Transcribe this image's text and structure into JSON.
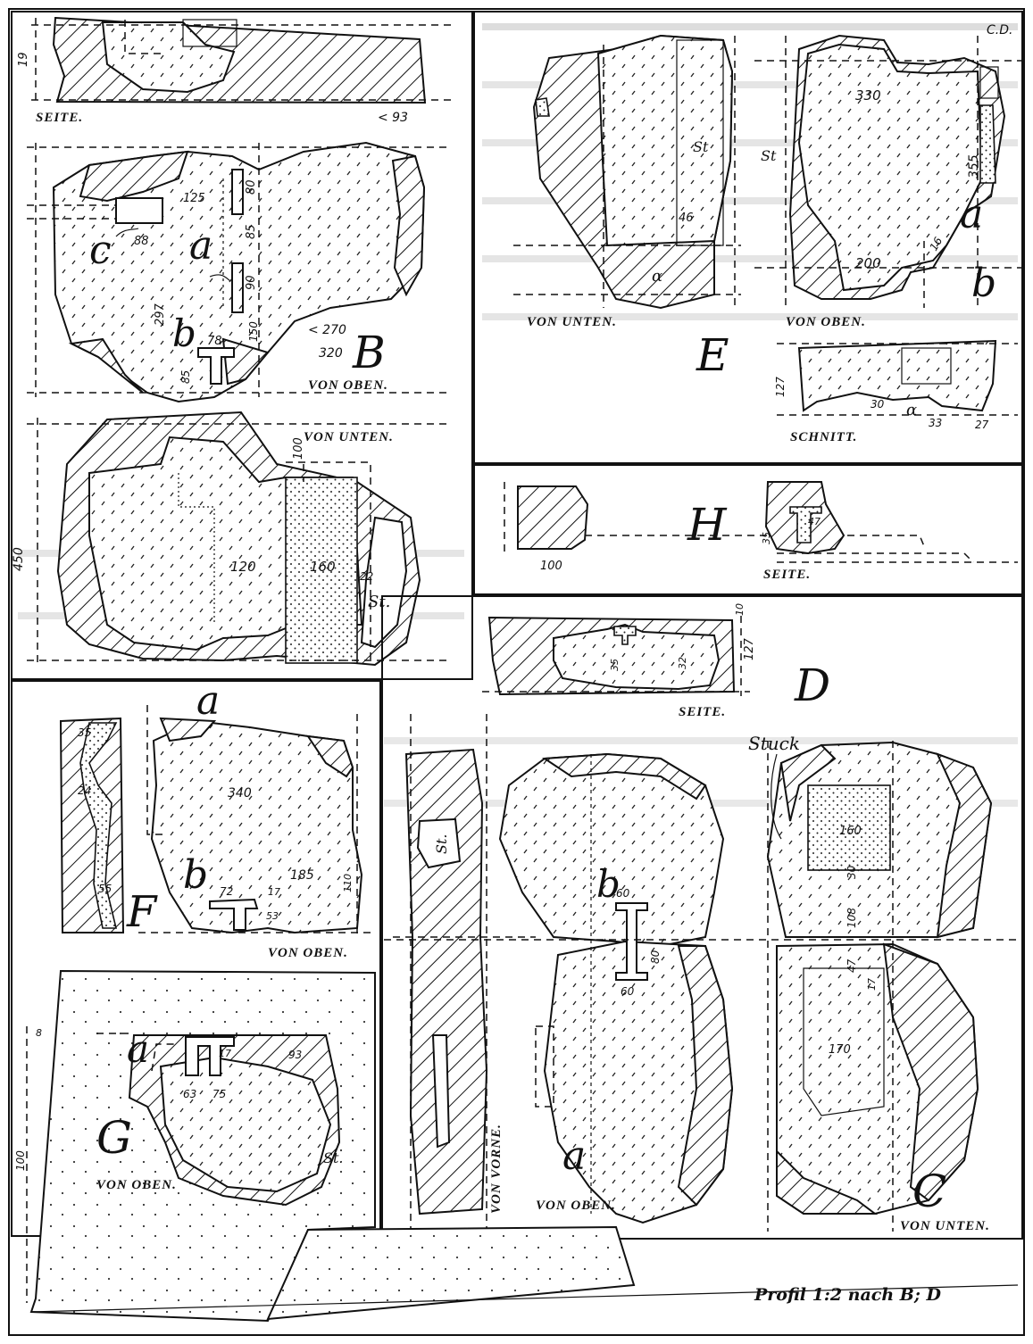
{
  "signature": "C.D.",
  "caption": "Profil 1:2 nach B; D",
  "panels": {
    "B": {
      "letter": "B",
      "views": [
        "SEITE.",
        "VON OBEN.",
        "VON UNTEN."
      ],
      "points": [
        "a",
        "b",
        "c"
      ],
      "dims": [
        "125",
        "88",
        "80",
        "85",
        "90",
        "150",
        "78",
        "85",
        "297",
        "< 270",
        "320",
        "< 93",
        "100",
        "120",
        "160",
        "22",
        "450",
        "St.",
        "19"
      ]
    },
    "E": {
      "letter": "E",
      "views": [
        "VON UNTEN.",
        "VON OBEN.",
        "SCHNITT."
      ],
      "points": [
        "a",
        "b",
        "α"
      ],
      "dims": [
        "St",
        "46",
        "330",
        "355",
        "200",
        "16",
        "127",
        "30",
        "33",
        "27",
        "St"
      ]
    },
    "H": {
      "letter": "H",
      "views": [
        "SEITE."
      ],
      "dims": [
        "100",
        "35",
        "47"
      ]
    },
    "D": {
      "letter": "D",
      "views": [
        "SEITE.",
        "VON OBEN.",
        "VON VORNE."
      ],
      "points": [
        "a",
        "b"
      ],
      "dims": [
        "127",
        "10",
        "35",
        "32",
        "60",
        "60",
        "80",
        "St."
      ]
    },
    "C": {
      "letter": "C",
      "views": [
        "VON UNTEN."
      ],
      "labels": [
        "Stuck"
      ],
      "dims": [
        "160",
        "30",
        "108",
        "47",
        "17",
        "170"
      ]
    },
    "F": {
      "letter": "F",
      "views": [
        "VON OBEN."
      ],
      "points": [
        "a",
        "b"
      ],
      "dims": [
        "35",
        "24",
        "55",
        "340",
        "185",
        "72",
        "17",
        "53",
        "110"
      ]
    },
    "G": {
      "letter": "G",
      "views": [
        "VON OBEN."
      ],
      "points": [
        "a"
      ],
      "dims": [
        "63",
        "75",
        "17",
        "93",
        "8",
        "100",
        "St."
      ]
    }
  }
}
